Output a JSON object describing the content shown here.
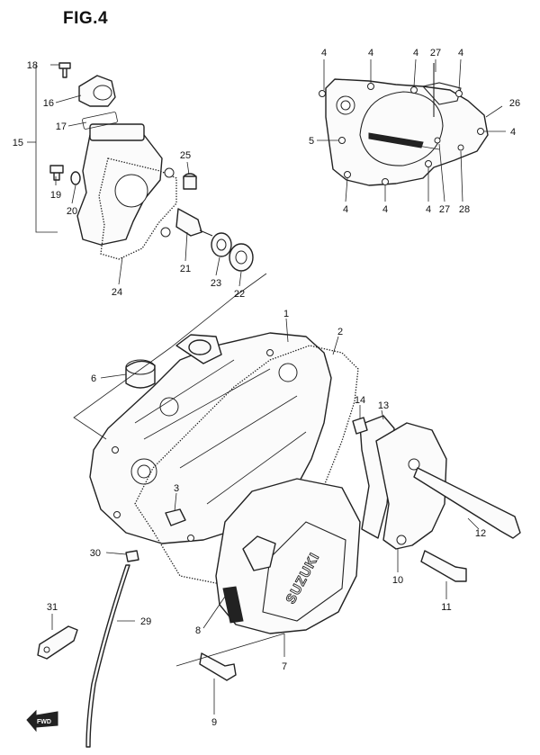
{
  "figure": {
    "title": "FIG.4",
    "brand_text": "SUZUKI",
    "fwd_marker": "FWD"
  },
  "callouts": [
    {
      "id": "c1",
      "text": "1"
    },
    {
      "id": "c2",
      "text": "2"
    },
    {
      "id": "c3",
      "text": "3"
    },
    {
      "id": "c4a",
      "text": "4"
    },
    {
      "id": "c4b",
      "text": "4"
    },
    {
      "id": "c4c",
      "text": "4"
    },
    {
      "id": "c4d",
      "text": "4"
    },
    {
      "id": "c4e",
      "text": "4"
    },
    {
      "id": "c4f",
      "text": "4"
    },
    {
      "id": "c4g",
      "text": "4"
    },
    {
      "id": "c4h",
      "text": "4"
    },
    {
      "id": "c5",
      "text": "5"
    },
    {
      "id": "c6",
      "text": "6"
    },
    {
      "id": "c7",
      "text": "7"
    },
    {
      "id": "c8",
      "text": "8"
    },
    {
      "id": "c9",
      "text": "9"
    },
    {
      "id": "c10",
      "text": "10"
    },
    {
      "id": "c11",
      "text": "11"
    },
    {
      "id": "c12",
      "text": "12"
    },
    {
      "id": "c13",
      "text": "13"
    },
    {
      "id": "c14",
      "text": "14"
    },
    {
      "id": "c15",
      "text": "15"
    },
    {
      "id": "c16",
      "text": "16"
    },
    {
      "id": "c17",
      "text": "17"
    },
    {
      "id": "c18",
      "text": "18"
    },
    {
      "id": "c19",
      "text": "19"
    },
    {
      "id": "c20",
      "text": "20"
    },
    {
      "id": "c21",
      "text": "21"
    },
    {
      "id": "c22",
      "text": "22"
    },
    {
      "id": "c23",
      "text": "23"
    },
    {
      "id": "c24",
      "text": "24"
    },
    {
      "id": "c25",
      "text": "25"
    },
    {
      "id": "c26",
      "text": "26"
    },
    {
      "id": "c27a",
      "text": "27"
    },
    {
      "id": "c27b",
      "text": "27"
    },
    {
      "id": "c28",
      "text": "28"
    },
    {
      "id": "c29",
      "text": "29"
    },
    {
      "id": "c30",
      "text": "30"
    },
    {
      "id": "c31",
      "text": "31"
    }
  ]
}
